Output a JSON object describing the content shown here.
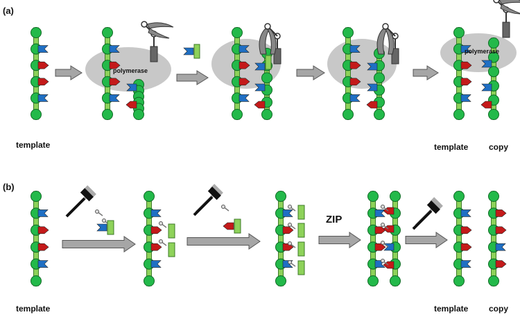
{
  "panels": {
    "a": {
      "label": "(a)",
      "polymerase_label": "polymerase",
      "template_label": "template",
      "final_template_label": "template",
      "copy_label": "copy"
    },
    "b": {
      "label": "(b)",
      "template_label": "template",
      "zip_label": "ZIP",
      "final_template_label": "template",
      "copy_label": "copy"
    }
  },
  "colors": {
    "backbone": "#8ed25a",
    "backbone_edge": "#3c7a28",
    "node": "#23b94a",
    "node_edge": "#0f6a24",
    "blue_base": "#1f6fc4",
    "red_base": "#c41a1a",
    "polymerase": "#c8c8c8",
    "arrow": "#a6a6a6",
    "arrow_edge": "#555555",
    "hammer": "#111111"
  },
  "sequence": [
    "blue",
    "red",
    "red",
    "blue"
  ]
}
